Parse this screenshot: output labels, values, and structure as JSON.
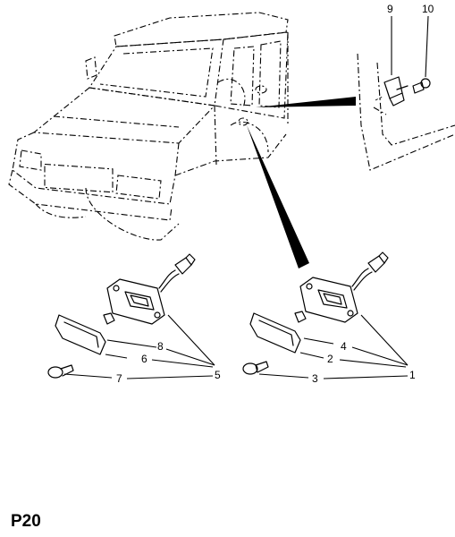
{
  "page_label": "P20",
  "callouts": {
    "c1": "1",
    "c2": "2",
    "c3": "3",
    "c4": "4",
    "c5": "5",
    "c6": "6",
    "c7": "7",
    "c8": "8",
    "c9": "9",
    "c10": "10"
  }
}
